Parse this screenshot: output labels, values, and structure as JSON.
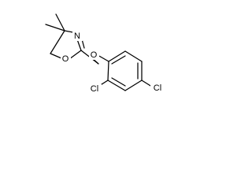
{
  "molecule": {
    "atoms": {
      "ring_nitrogen": "N",
      "ring_oxygen": "O",
      "ether_oxygen": "O",
      "chlorine_ortho": "Cl",
      "chlorine_para": "Cl"
    }
  }
}
